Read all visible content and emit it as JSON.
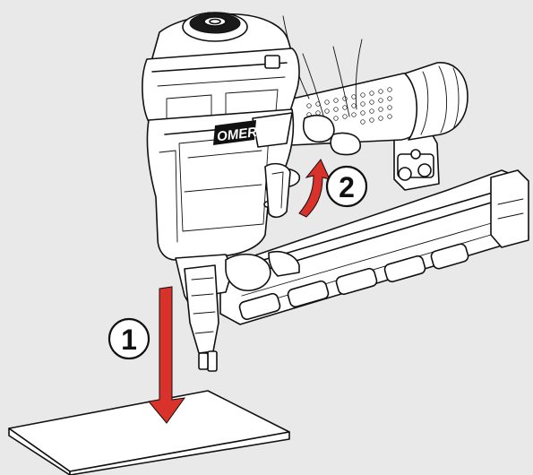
{
  "colors": {
    "background": "#e9e9e9",
    "arrow": "#d9322b",
    "outline": "#111111",
    "fill": "#ffffff"
  },
  "brand": {
    "logo_text": "OMER"
  },
  "steps": [
    {
      "number": "1",
      "action": "press-nose-on-workpiece",
      "icon": "down-arrow-icon"
    },
    {
      "number": "2",
      "action": "pull-trigger",
      "icon": "curved-up-arrow-icon"
    }
  ]
}
